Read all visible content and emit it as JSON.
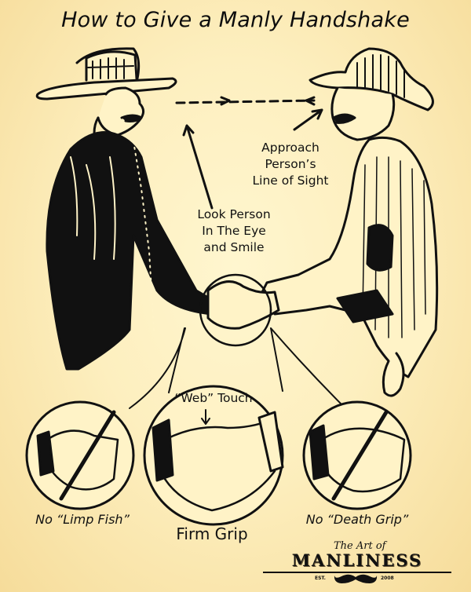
{
  "title": "How to Give a Manly Handshake",
  "annotations": {
    "approach": "Approach\nPerson’s\nLine of Sight",
    "look": "Look Person\nIn The Eye\nand Smile",
    "web_touch": "“Web” Touch"
  },
  "panels": [
    {
      "id": "limp-fish",
      "caption": "No “Limp Fish”",
      "prohibited": true
    },
    {
      "id": "firm-grip",
      "caption": "Firm Grip",
      "prohibited": false
    },
    {
      "id": "death-grip",
      "caption": "No “Death Grip”",
      "prohibited": true
    }
  ],
  "logo": {
    "script": "The Art of",
    "name": "MANLINESS",
    "est": "EST.",
    "year": "2008"
  },
  "colors": {
    "background": "#fdefbf",
    "ink": "#111111"
  }
}
